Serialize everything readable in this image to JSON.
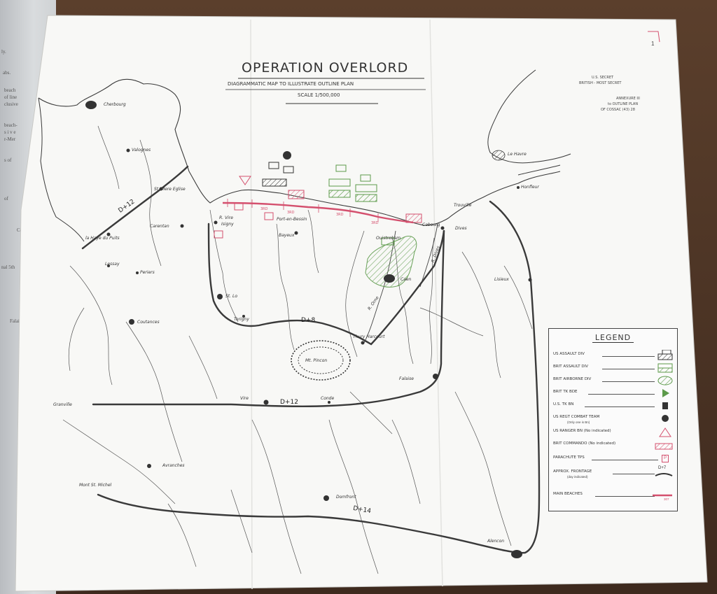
{
  "map": {
    "title": "OPERATION OVERLORD",
    "subtitle": "DIAGRAMMATIC MAP TO ILLUSTRATE OUTLINE PLAN",
    "scale": "SCALE 1/500,000",
    "page_number": "1",
    "classification": [
      "U.S. SECRET",
      "BRITISH - MOST SECRET"
    ],
    "annexure": [
      "ANNEXURE III",
      "to OUTLINE PLAN",
      "OF COSSAC (43) 28"
    ]
  },
  "places": [
    {
      "id": "cherbourg",
      "name": "Cherbourg"
    },
    {
      "id": "valognes",
      "name": "Valognes"
    },
    {
      "id": "ste-mere-eglise",
      "name": "St. Mere Eglise"
    },
    {
      "id": "carentan",
      "name": "Carentan"
    },
    {
      "id": "la-haye-du-puits",
      "name": "la Haye du Puits"
    },
    {
      "id": "lessay",
      "name": "Lessay"
    },
    {
      "id": "periers",
      "name": "Periers"
    },
    {
      "id": "isigny",
      "name": "Isigny"
    },
    {
      "id": "r-vire",
      "name": "R. Vire"
    },
    {
      "id": "port-en-bessin",
      "name": "Port-en-Bessin"
    },
    {
      "id": "bayeux",
      "name": "Bayeux"
    },
    {
      "id": "caen",
      "name": "Caen"
    },
    {
      "id": "cabourg",
      "name": "Cabourg"
    },
    {
      "id": "dives",
      "name": "Dives"
    },
    {
      "id": "ouistreham",
      "name": "Ouistreham"
    },
    {
      "id": "trouville",
      "name": "Trouville"
    },
    {
      "id": "honfleur",
      "name": "Honfleur"
    },
    {
      "id": "le-havre",
      "name": "Le Havre"
    },
    {
      "id": "lisieux",
      "name": "Lisieux"
    },
    {
      "id": "st-lo",
      "name": "St. Lo"
    },
    {
      "id": "torigny",
      "name": "Torigny"
    },
    {
      "id": "coutances",
      "name": "Coutances"
    },
    {
      "id": "thury-harcourt",
      "name": "Thury Harcourt"
    },
    {
      "id": "mt-pincon",
      "name": "Mt. Pincon"
    },
    {
      "id": "r-orne",
      "name": "R. Orne"
    },
    {
      "id": "r-dives",
      "name": "R. Dives"
    },
    {
      "id": "falaise",
      "name": "Falaise"
    },
    {
      "id": "granville",
      "name": "Granville"
    },
    {
      "id": "vire",
      "name": "Vire"
    },
    {
      "id": "conde",
      "name": "Conde"
    },
    {
      "id": "avranches",
      "name": "Avranches"
    },
    {
      "id": "mont-st-michel",
      "name": "Mont St. Michel"
    },
    {
      "id": "domfront",
      "name": "Domfront"
    },
    {
      "id": "alencon",
      "name": "Alencon"
    }
  ],
  "phase_lines": [
    {
      "id": "d8",
      "label": "D+8"
    },
    {
      "id": "d12-cotentin",
      "label": "D+12"
    },
    {
      "id": "d12",
      "label": "D+12"
    },
    {
      "id": "d14",
      "label": "D+14"
    }
  ],
  "beach_labels": [
    "3RD",
    "3RD",
    "3RD",
    "3RD"
  ],
  "legend": {
    "title": "LEGEND",
    "items": [
      {
        "label": "US ASSAULT DIV"
      },
      {
        "label": "BRIT ASSAULT DIV"
      },
      {
        "label": "BRIT AIRBORNE DIV"
      },
      {
        "label": "BRIT TK BDE"
      },
      {
        "label": "U.S. TK BN"
      },
      {
        "label": "US REGT COMBAT TEAM",
        "sub": "(Only one is Bn)"
      },
      {
        "label": "US RANGER BN (No indicated)"
      },
      {
        "label": "BRIT COMMANDO (No indicated)"
      },
      {
        "label": "PARACHUTE TPS",
        "marker": "P"
      },
      {
        "label": "APPROX. FRONTAGE",
        "sub": "(day indicated)",
        "marker": "D+7"
      },
      {
        "label": "MAIN BEACHES",
        "marker": "307"
      }
    ]
  },
  "colors": {
    "paper": "#f7f7f5",
    "ink": "#3a3a3a",
    "red": "#d4506e",
    "green": "#7ab069",
    "table": "#4a3426"
  },
  "left_page_fragments": [
    "ly.",
    "abs.",
    "beach",
    "of line",
    "clusive",
    "beach-",
    "s i v e",
    "r-Mer",
    "s of",
    "of",
    "Coutances",
    "nal 5th",
    "Falaise"
  ]
}
